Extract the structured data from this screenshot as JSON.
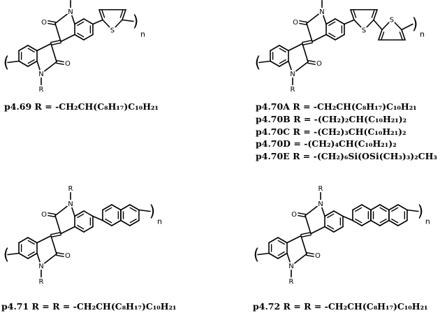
{
  "atoms": {
    "nitrogen": "N",
    "oxygen": "O",
    "sulfur": "S",
    "r_group": "R",
    "repeat": "n",
    "paren_left": "(",
    "paren_right": ")"
  },
  "compounds": [
    {
      "id": "p469",
      "labels": [
        "p4.69 R = -CH₂CH(C₈H₁₇)C₁₀H₂₁"
      ]
    },
    {
      "id": "p470",
      "labels": [
        "p4.70A R = -CH₂CH(C₈H₁₇)C₁₀H₂₁",
        "p4.70B R = -(CH₂)₂CH(C₁₀H₂₁)₂",
        "p4.70C R = -(CH₂)₃CH(C₁₀H₂₁)₂",
        "p4.70D = -(CH₂)₄CH(C₁₀H₂₁)₂",
        "p4.70E R = -(CH₂)₆Si(OSi(CH₃)₃)₂CH₃"
      ]
    },
    {
      "id": "p471",
      "labels": [
        "p4.71 R = R = -CH₂CH(C₈H₁₇)C₁₀H₂₁"
      ]
    },
    {
      "id": "p472",
      "labels": [
        "p4.72 R = R = -CH₂CH(C₈H₁₇)C₁₀H₂₁"
      ]
    }
  ]
}
